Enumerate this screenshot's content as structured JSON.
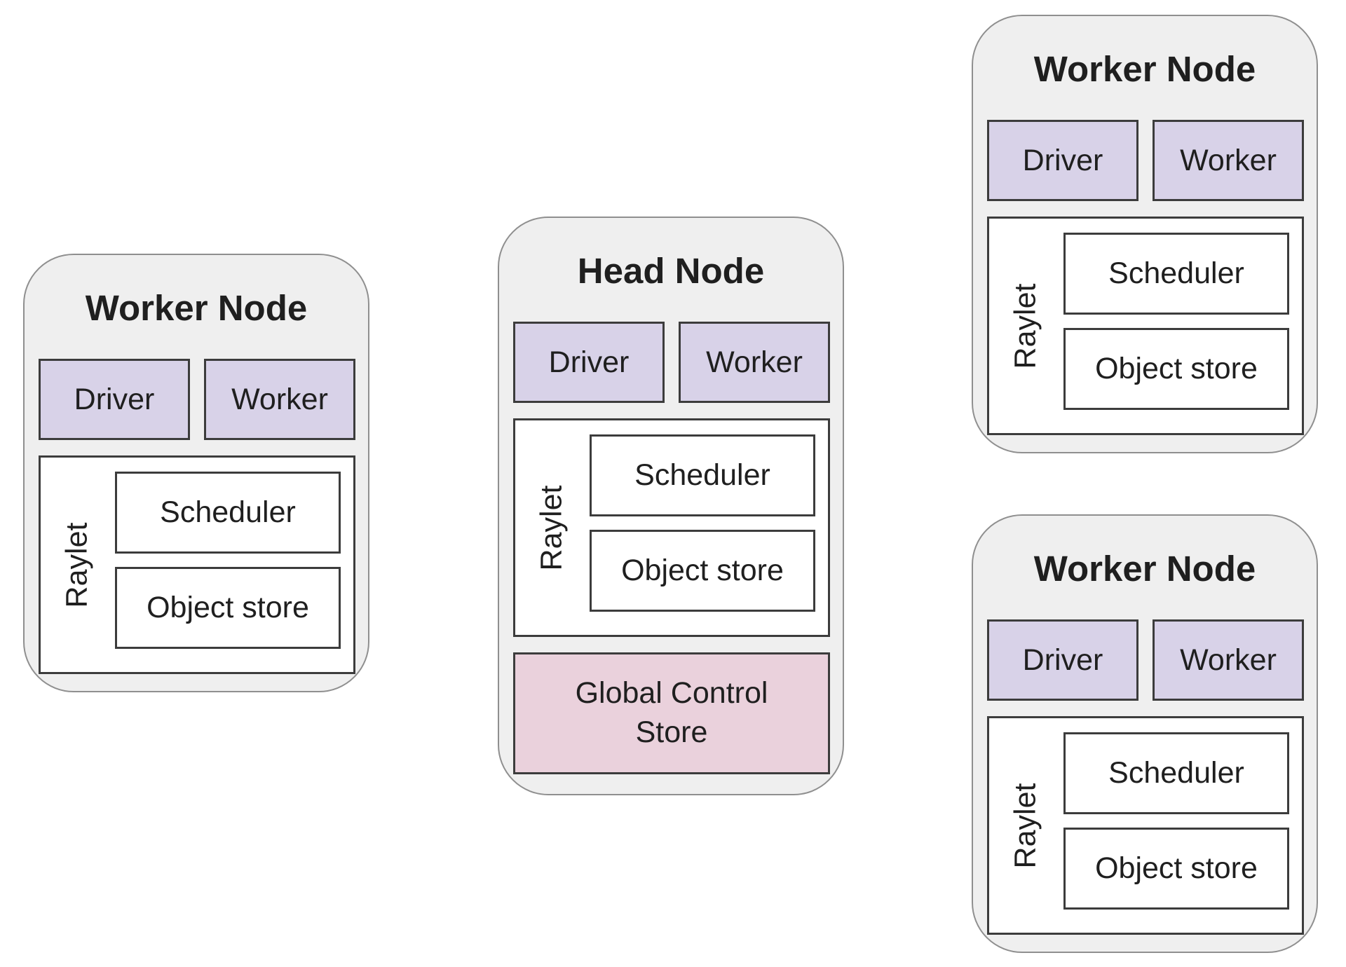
{
  "nodes": {
    "left_worker": {
      "title": "Worker Node",
      "driver": "Driver",
      "worker": "Worker",
      "raylet": "Raylet",
      "scheduler": "Scheduler",
      "object_store": "Object store"
    },
    "head": {
      "title": "Head Node",
      "driver": "Driver",
      "worker": "Worker",
      "raylet": "Raylet",
      "scheduler": "Scheduler",
      "object_store": "Object store",
      "gcs_line1": "Global Control",
      "gcs_line2": "Store"
    },
    "top_right_worker": {
      "title": "Worker Node",
      "driver": "Driver",
      "worker": "Worker",
      "raylet": "Raylet",
      "scheduler": "Scheduler",
      "object_store": "Object store"
    },
    "bottom_right_worker": {
      "title": "Worker Node",
      "driver": "Driver",
      "worker": "Worker",
      "raylet": "Raylet",
      "scheduler": "Scheduler",
      "object_store": "Object store"
    }
  },
  "colors": {
    "node_fill": "#efefef",
    "node_border": "#8f8f8f",
    "process_fill": "#d8d2e8",
    "gcs_fill": "#ead1dc",
    "box_border": "#3c3c3c"
  }
}
